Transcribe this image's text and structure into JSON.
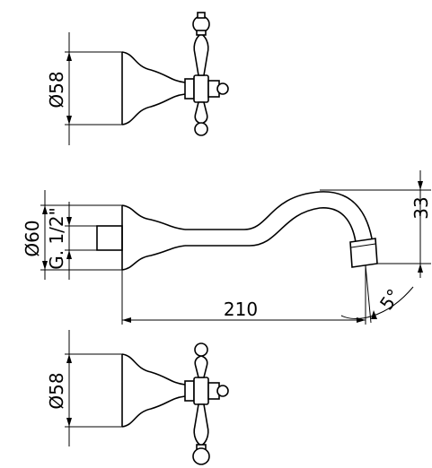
{
  "dimensions": {
    "top_handle_diameter": "Ø58",
    "spout_escutcheon_diameter": "Ø60",
    "thread_size": "G. 1/2\"",
    "spout_projection": "210",
    "spout_drop": "33",
    "spout_angle": "5°",
    "bottom_handle_diameter": "Ø58"
  }
}
